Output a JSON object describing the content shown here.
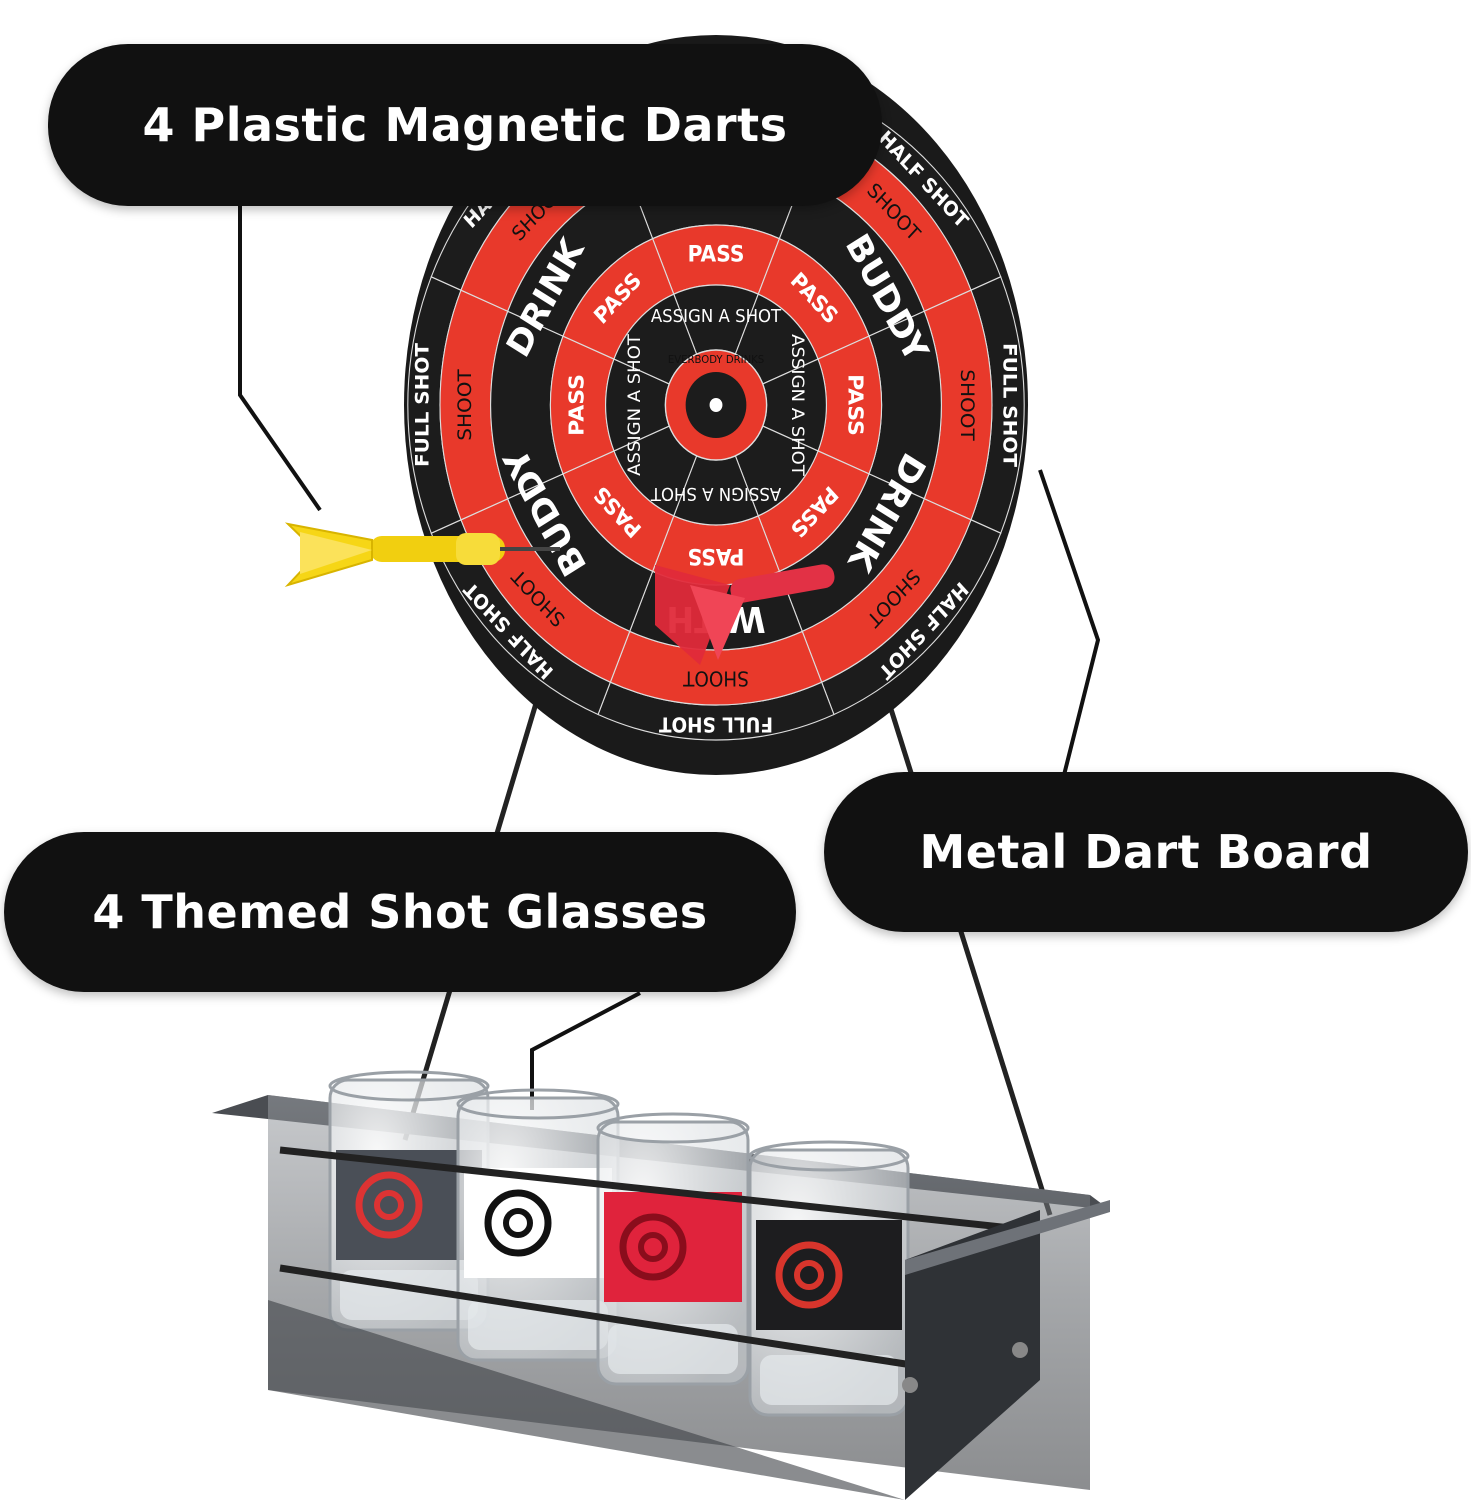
{
  "callouts": {
    "darts": "4 Plastic Magnetic Darts",
    "board": "Metal Dart Board",
    "glasses": "4 Themed Shot Glasses"
  },
  "board_text": {
    "outer_ring": [
      "FULL SHOT",
      "HALF SHOT",
      "FULL SHOT",
      "HALF SHOT",
      "FULL SHOT",
      "HALF SHOT",
      "FULL SHOT",
      "HALF SHOT"
    ],
    "shoot_ring": [
      "SHOOT",
      "SHOOT",
      "SHOOT",
      "SHOOT",
      "SHOOT",
      "SHOOT",
      "SHOOT",
      "SHOOT"
    ],
    "big_ring": [
      "WITH",
      "BUDDY",
      "DRINK",
      "WITH",
      "BUDDY",
      "DRINK"
    ],
    "pass_ring": [
      "PASS",
      "PASS",
      "PASS",
      "PASS",
      "PASS",
      "PASS",
      "PASS",
      "PASS"
    ],
    "assign_ring": [
      "ASSIGN A SHOT",
      "ASSIGN A SHOT",
      "ASSIGN A SHOT",
      "ASSIGN A SHOT"
    ],
    "bull": "EVERBODY DRINKS"
  },
  "colors": {
    "board_red": "#e8392b",
    "board_black": "#1c1c1c",
    "dart_yellow": "#f5d916",
    "dart_red": "#e02a3a",
    "callout_bg": "#111111"
  }
}
